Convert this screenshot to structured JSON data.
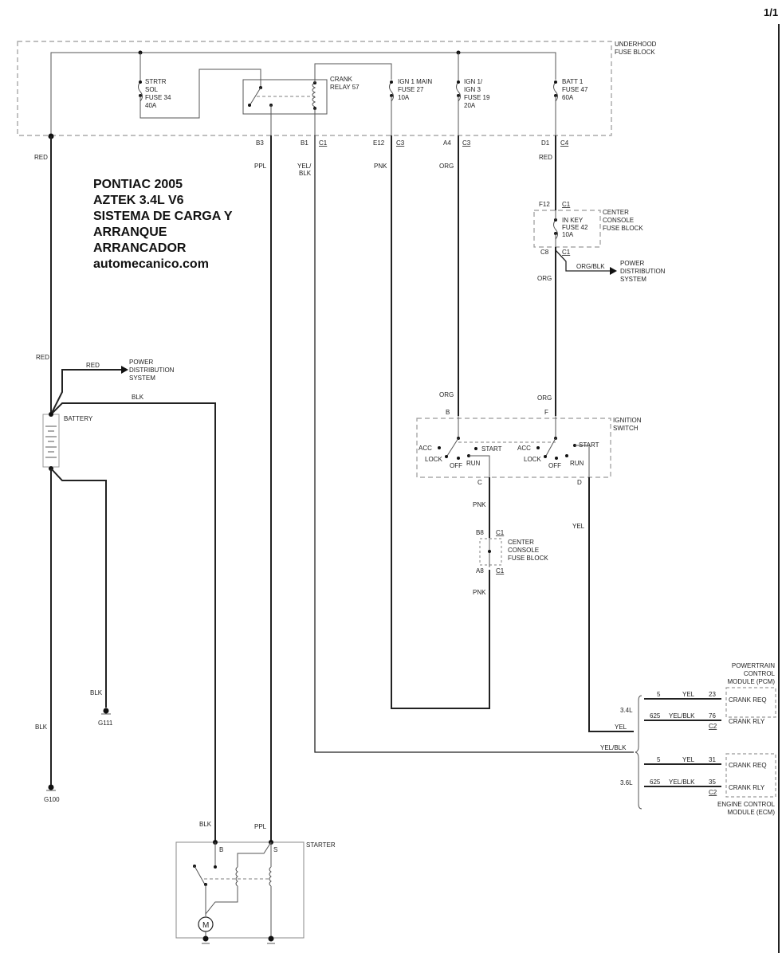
{
  "page_number": "1/1",
  "title_block": {
    "line1": "PONTIAC 2005",
    "line2": "AZTEK 3.4L V6",
    "line3": "SISTEMA DE CARGA Y",
    "line4": "ARRANQUE",
    "line5": "ARRANCADOR",
    "line6": "automecanico.com"
  },
  "underhood_fuse_block": {
    "label1": "UNDERHOOD",
    "label2": "FUSE BLOCK",
    "strtr_fuse": [
      "STRTR",
      "SOL",
      "FUSE 34",
      "40A"
    ],
    "crank_relay": [
      "CRANK",
      "RELAY 57"
    ],
    "ign1_main": [
      "IGN 1 MAIN",
      "FUSE 27",
      "10A"
    ],
    "ign1_ign3": [
      "IGN 1/",
      "IGN 3",
      "FUSE 19",
      "20A"
    ],
    "batt1": [
      "BATT 1",
      "FUSE 47",
      "60A"
    ],
    "pins": {
      "b3": "B3",
      "b1": "B1",
      "c1": "C1",
      "e12": "E12",
      "c3a": "C3",
      "a4": "A4",
      "c3b": "C3",
      "d1": "D1",
      "c4": "C4"
    }
  },
  "wires": {
    "red_main": "RED",
    "ppl": "PPL",
    "yel_blk_1": "YEL/",
    "yel_blk_2": "BLK",
    "pnk_top": "PNK",
    "org_top": "ORG",
    "red_batt1": "RED",
    "org_mid": "ORG",
    "org_blk": "ORG/BLK",
    "red_lower": "RED",
    "red_pds": "RED",
    "blk_top": "BLK",
    "org_b": "ORG",
    "org_f": "ORG",
    "pnk_c": "PNK",
    "yel_d": "YEL",
    "pnk_lower": "PNK",
    "blk_g111": "BLK",
    "blk_g100": "BLK",
    "blk_starter": "BLK",
    "ppl_starter": "PPL",
    "yel_pcm": "YEL",
    "yel_blk_ecm": "YEL/BLK"
  },
  "center_console_fuse_block_1": {
    "pin_top": "F12",
    "conn_top": "C1",
    "fuse": [
      "IN KEY",
      "FUSE 42",
      "10A"
    ],
    "label": [
      "CENTER",
      "CONSOLE",
      "FUSE BLOCK"
    ],
    "pin_bottom": "C8",
    "conn_bottom": "C1"
  },
  "power_distribution_1": [
    "POWER",
    "DISTRIBUTION",
    "SYSTEM"
  ],
  "power_distribution_2": [
    "POWER",
    "DISTRIBUTION",
    "SYSTEM"
  ],
  "battery_label": "BATTERY",
  "ignition_switch": {
    "label": [
      "IGNITION",
      "SWITCH"
    ],
    "pin_b": "B",
    "pin_f": "F",
    "pin_c": "C",
    "pin_d": "D",
    "left": {
      "acc": "ACC",
      "lock": "LOCK",
      "off": "OFF",
      "run": "RUN",
      "start": "START"
    },
    "right": {
      "acc": "ACC",
      "lock": "LOCK",
      "off": "OFF",
      "run": "RUN",
      "start": "START"
    }
  },
  "center_console_fuse_block_2": {
    "pin_top": "B8",
    "conn_top": "C1",
    "label": [
      "CENTER",
      "CONSOLE",
      "FUSE BLOCK"
    ],
    "pin_bottom": "A8",
    "conn_bottom": "C1"
  },
  "grounds": {
    "g111": "G111",
    "g100": "G100"
  },
  "starter": {
    "label": "STARTER",
    "pin_b": "B",
    "pin_s": "S",
    "motor": "M"
  },
  "pcm": {
    "title": [
      "POWERTRAIN",
      "CONTROL",
      "MODULE (PCM)"
    ],
    "engine": "3.4L",
    "rows": [
      {
        "circuit": "5",
        "color": "YEL",
        "pin": "23",
        "function": "CRANK REQ"
      },
      {
        "circuit": "625",
        "color": "YEL/BLK",
        "pin": "76",
        "function": "CRANK RLY"
      }
    ],
    "connector": "C2"
  },
  "ecm": {
    "title": [
      "ENGINE CONTROL",
      "MODULE (ECM)"
    ],
    "engine": "3.6L",
    "rows": [
      {
        "circuit": "5",
        "color": "YEL",
        "pin": "31",
        "function": "CRANK REQ"
      },
      {
        "circuit": "625",
        "color": "YEL/BLK",
        "pin": "35",
        "function": "CRANK RLY"
      }
    ],
    "connector": "C2"
  }
}
